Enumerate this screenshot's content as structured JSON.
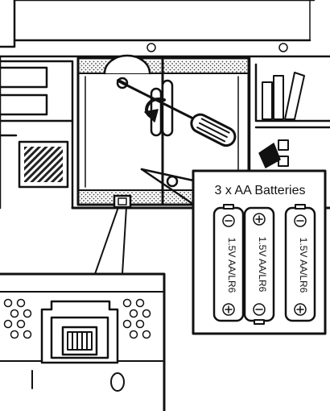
{
  "callout": {
    "title": "3 x AA Batteries",
    "batteries": [
      {
        "polarity_top": "minus",
        "label": "1.5V AA/LR6",
        "polarity_bottom": "plus"
      },
      {
        "polarity_top": "plus",
        "label": "1.5V AA/LR6",
        "polarity_bottom": "minus"
      },
      {
        "polarity_top": "minus",
        "label": "1.5V AA/LR6",
        "polarity_bottom": "plus"
      }
    ]
  },
  "icons": {
    "tool": "screwdriver-icon",
    "rotation": "counterclockwise-arrow-icon",
    "switch": "slide-switch-icon"
  },
  "colors": {
    "line": "#111111",
    "background": "#ffffff",
    "dots": "#444444"
  }
}
